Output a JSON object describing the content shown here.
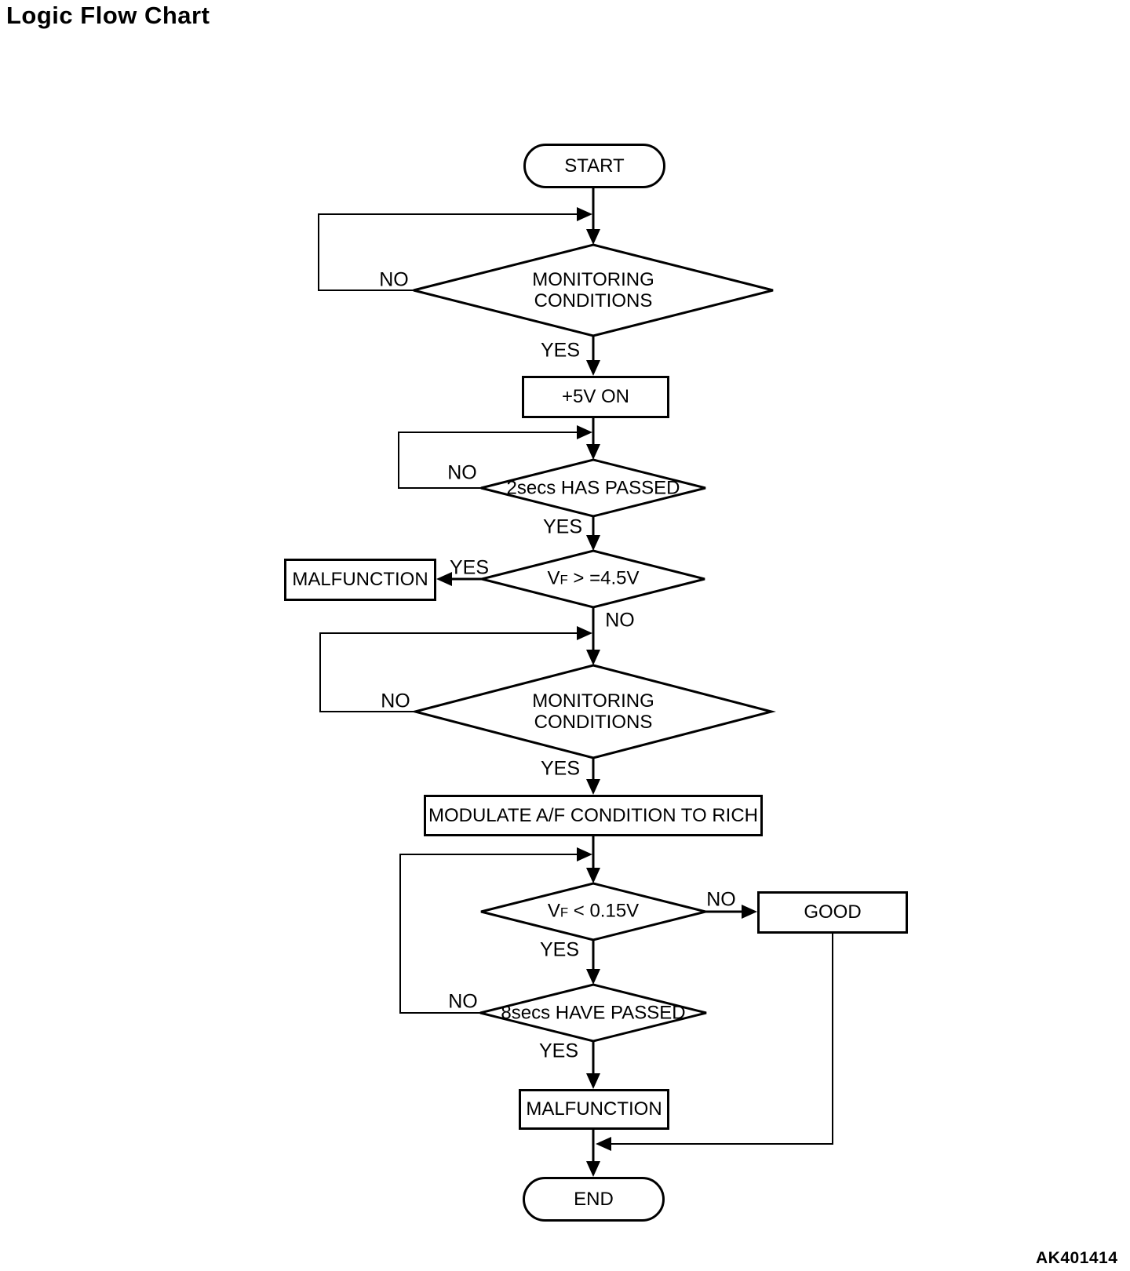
{
  "title": "Logic Flow Chart",
  "figure_code": "AK401414",
  "colors": {
    "ink": "#000000",
    "background": "#ffffff"
  },
  "flowchart": {
    "nodes": [
      {
        "id": "start",
        "type": "terminal",
        "label": "START"
      },
      {
        "id": "monitoring-1",
        "type": "decision",
        "label": "MONITORING CONDITIONS",
        "lines": [
          "MONITORING",
          "CONDITIONS"
        ]
      },
      {
        "id": "plus-5v-on",
        "type": "process",
        "label": "+5V ON"
      },
      {
        "id": "2secs-passed",
        "type": "decision",
        "label": "2secs HAS PASSED"
      },
      {
        "id": "vf-high",
        "type": "decision",
        "label": "VF > =4.5V",
        "base": "V",
        "sub": "F",
        "rest": " > =4.5V"
      },
      {
        "id": "malfunction-1",
        "type": "process",
        "label": "MALFUNCTION"
      },
      {
        "id": "monitoring-2",
        "type": "decision",
        "label": "MONITORING CONDITIONS",
        "lines": [
          "MONITORING",
          "CONDITIONS"
        ]
      },
      {
        "id": "modulate-af",
        "type": "process",
        "label": "MODULATE A/F CONDITION TO RICH"
      },
      {
        "id": "vf-low",
        "type": "decision",
        "label": "VF < 0.15V",
        "base": "V",
        "sub": "F",
        "rest": " < 0.15V"
      },
      {
        "id": "good",
        "type": "process",
        "label": "GOOD"
      },
      {
        "id": "8secs-passed",
        "type": "decision",
        "label": "8secs HAVE PASSED"
      },
      {
        "id": "malfunction-2",
        "type": "process",
        "label": "MALFUNCTION"
      },
      {
        "id": "end",
        "type": "terminal",
        "label": "END"
      }
    ],
    "edges": [
      {
        "from": "start",
        "to": "monitoring-1",
        "label": ""
      },
      {
        "from": "monitoring-1",
        "to": "monitoring-1",
        "label": "NO",
        "type": "loop-back"
      },
      {
        "from": "monitoring-1",
        "to": "plus-5v-on",
        "label": "YES"
      },
      {
        "from": "plus-5v-on",
        "to": "2secs-passed",
        "label": ""
      },
      {
        "from": "2secs-passed",
        "to": "2secs-passed",
        "label": "NO",
        "type": "loop-back"
      },
      {
        "from": "2secs-passed",
        "to": "vf-high",
        "label": "YES"
      },
      {
        "from": "vf-high",
        "to": "malfunction-1",
        "label": "YES"
      },
      {
        "from": "vf-high",
        "to": "monitoring-2",
        "label": "NO"
      },
      {
        "from": "monitoring-2",
        "to": "monitoring-2",
        "label": "NO",
        "type": "loop-back"
      },
      {
        "from": "monitoring-2",
        "to": "modulate-af",
        "label": "YES"
      },
      {
        "from": "modulate-af",
        "to": "vf-low",
        "label": ""
      },
      {
        "from": "vf-low",
        "to": "good",
        "label": "NO"
      },
      {
        "from": "vf-low",
        "to": "8secs-passed",
        "label": "YES"
      },
      {
        "from": "8secs-passed",
        "to": "vf-low",
        "label": "NO",
        "type": "loop-back"
      },
      {
        "from": "8secs-passed",
        "to": "malfunction-2",
        "label": "YES"
      },
      {
        "from": "malfunction-2",
        "to": "end",
        "label": ""
      },
      {
        "from": "good",
        "to": "end",
        "label": ""
      }
    ]
  }
}
